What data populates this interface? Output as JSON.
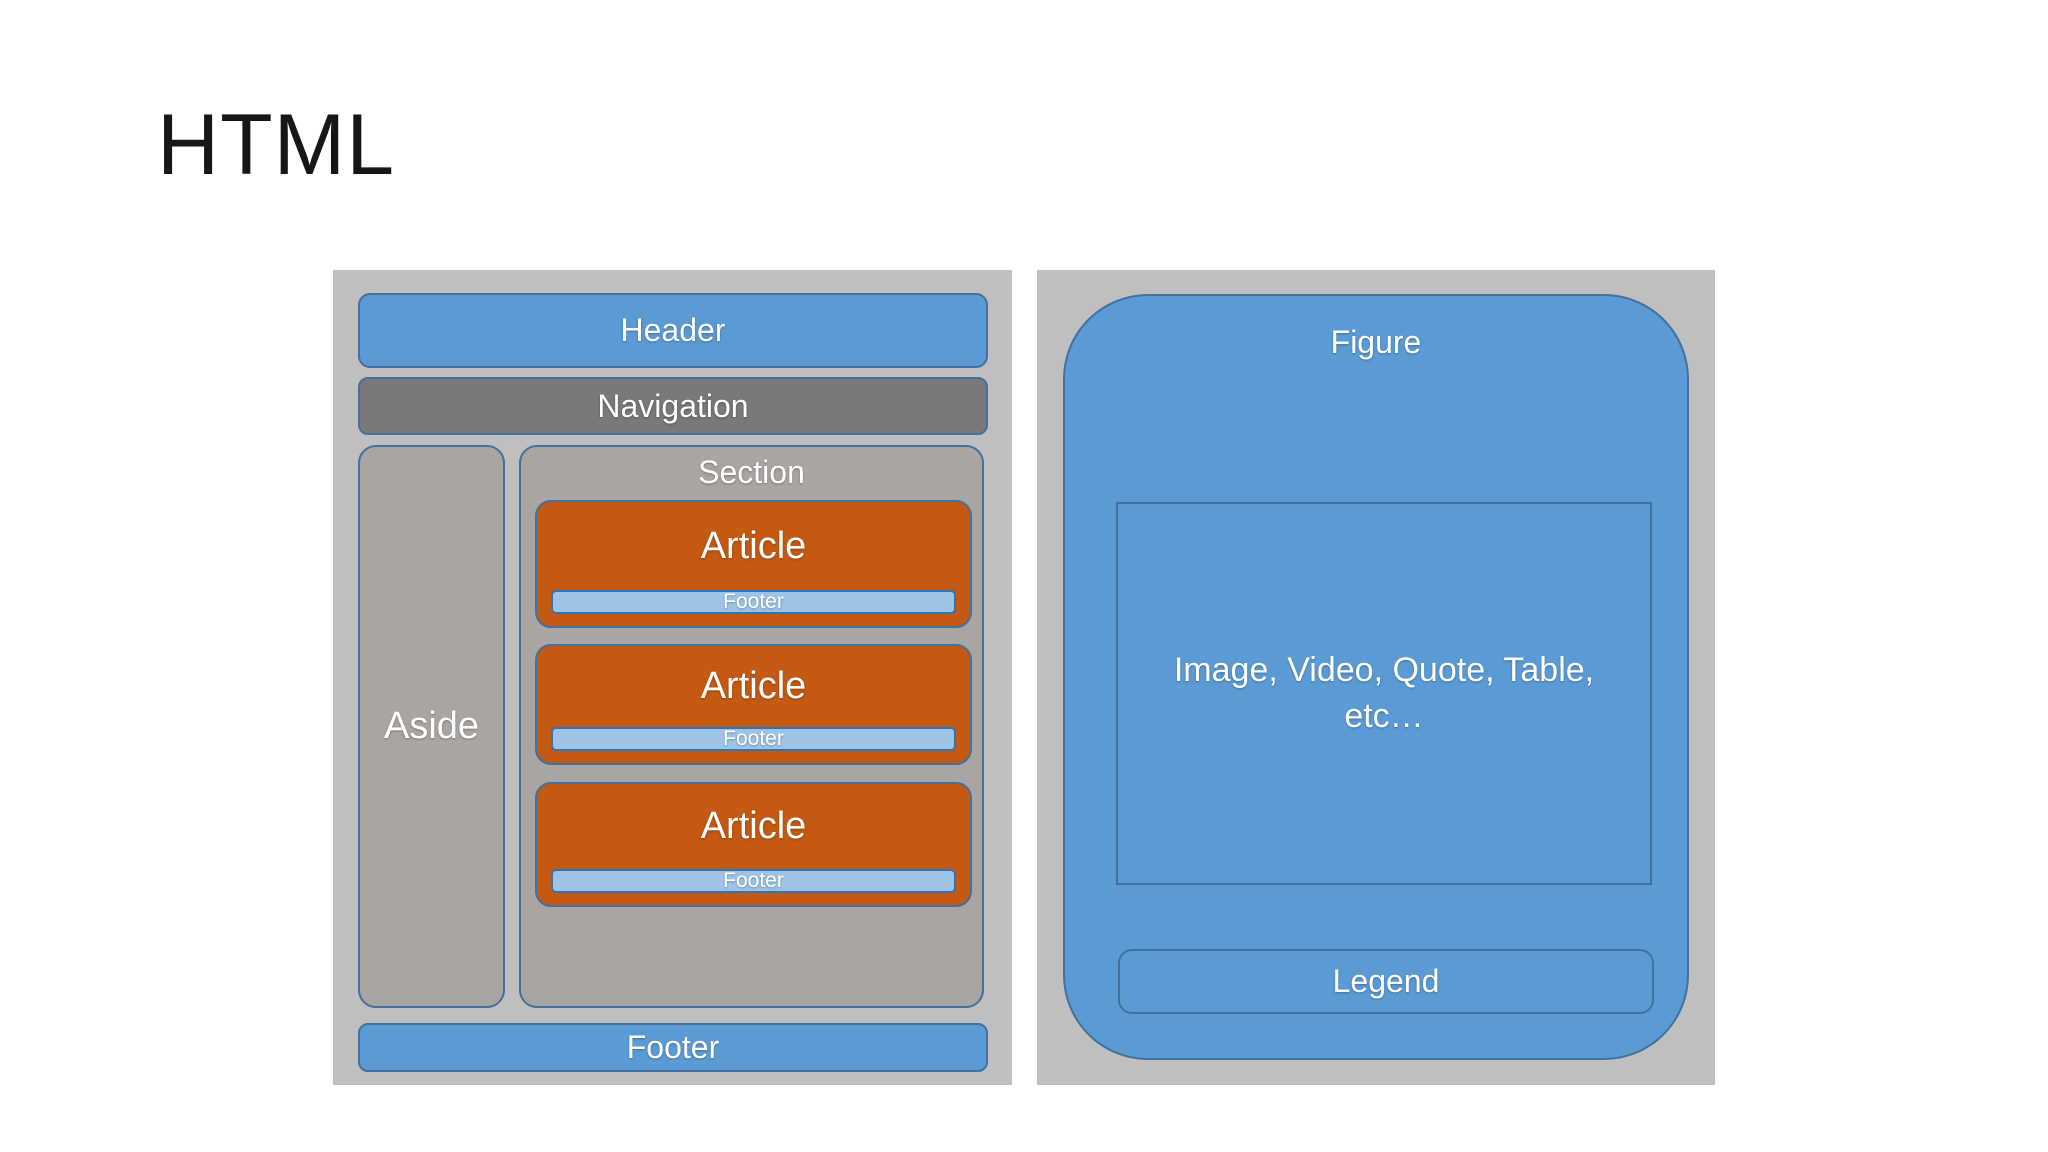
{
  "title": "HTML",
  "colors": {
    "blue": "#5B9BD5",
    "blue-border": "#41719C",
    "light-blue": "#9DC3E6",
    "light-blue-border": "#2E75B6",
    "orange": "#C45911",
    "panel-gray": "#C0BFBF",
    "inner-gray": "#A9A5A3",
    "nav-gray": "#7A7878"
  },
  "left_diagram": {
    "header_label": "Header",
    "navigation_label": "Navigation",
    "aside_label": "Aside",
    "section_label": "Section",
    "articles": [
      {
        "label": "Article",
        "footer_label": "Footer"
      },
      {
        "label": "Article",
        "footer_label": "Footer"
      },
      {
        "label": "Article",
        "footer_label": "Footer"
      }
    ],
    "footer_label": "Footer"
  },
  "right_diagram": {
    "figure_label": "Figure",
    "content_text": "Image, Video, Quote, Table, etc…",
    "legend_label": "Legend"
  }
}
